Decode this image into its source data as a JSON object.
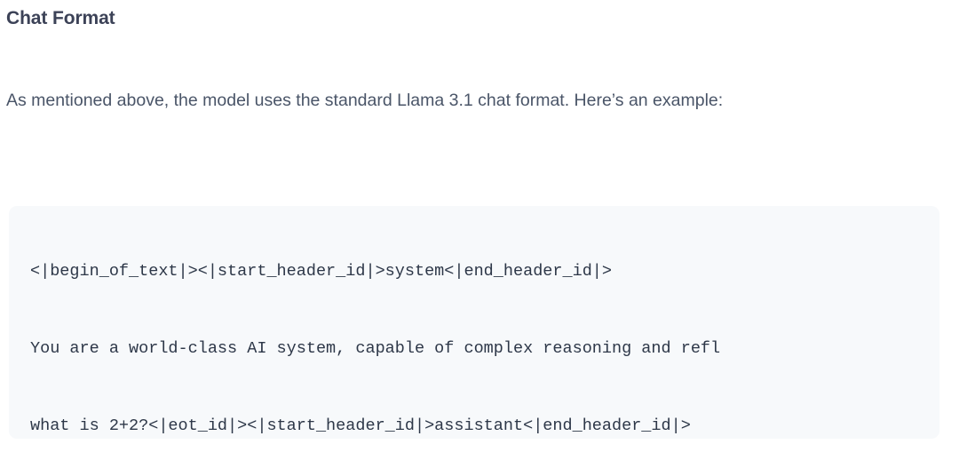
{
  "section": {
    "heading": "Chat Format",
    "paragraph": "As mentioned above, the model uses the standard Llama 3.1 chat format. Here’s an example:"
  },
  "code_block": {
    "language": "text",
    "lines": [
      "<|begin_of_text|><|start_header_id|>system<|end_header_id|>",
      "You are a world-class AI system, capable of complex reasoning and refl",
      "what is 2+2?<|eot_id|><|start_header_id|>assistant<|end_header_id|>"
    ]
  },
  "colors": {
    "heading_text": "#3c4257",
    "body_text": "#4a5568",
    "code_text": "#2d3748",
    "code_background": "#f7f9fb",
    "page_background": "#ffffff"
  }
}
